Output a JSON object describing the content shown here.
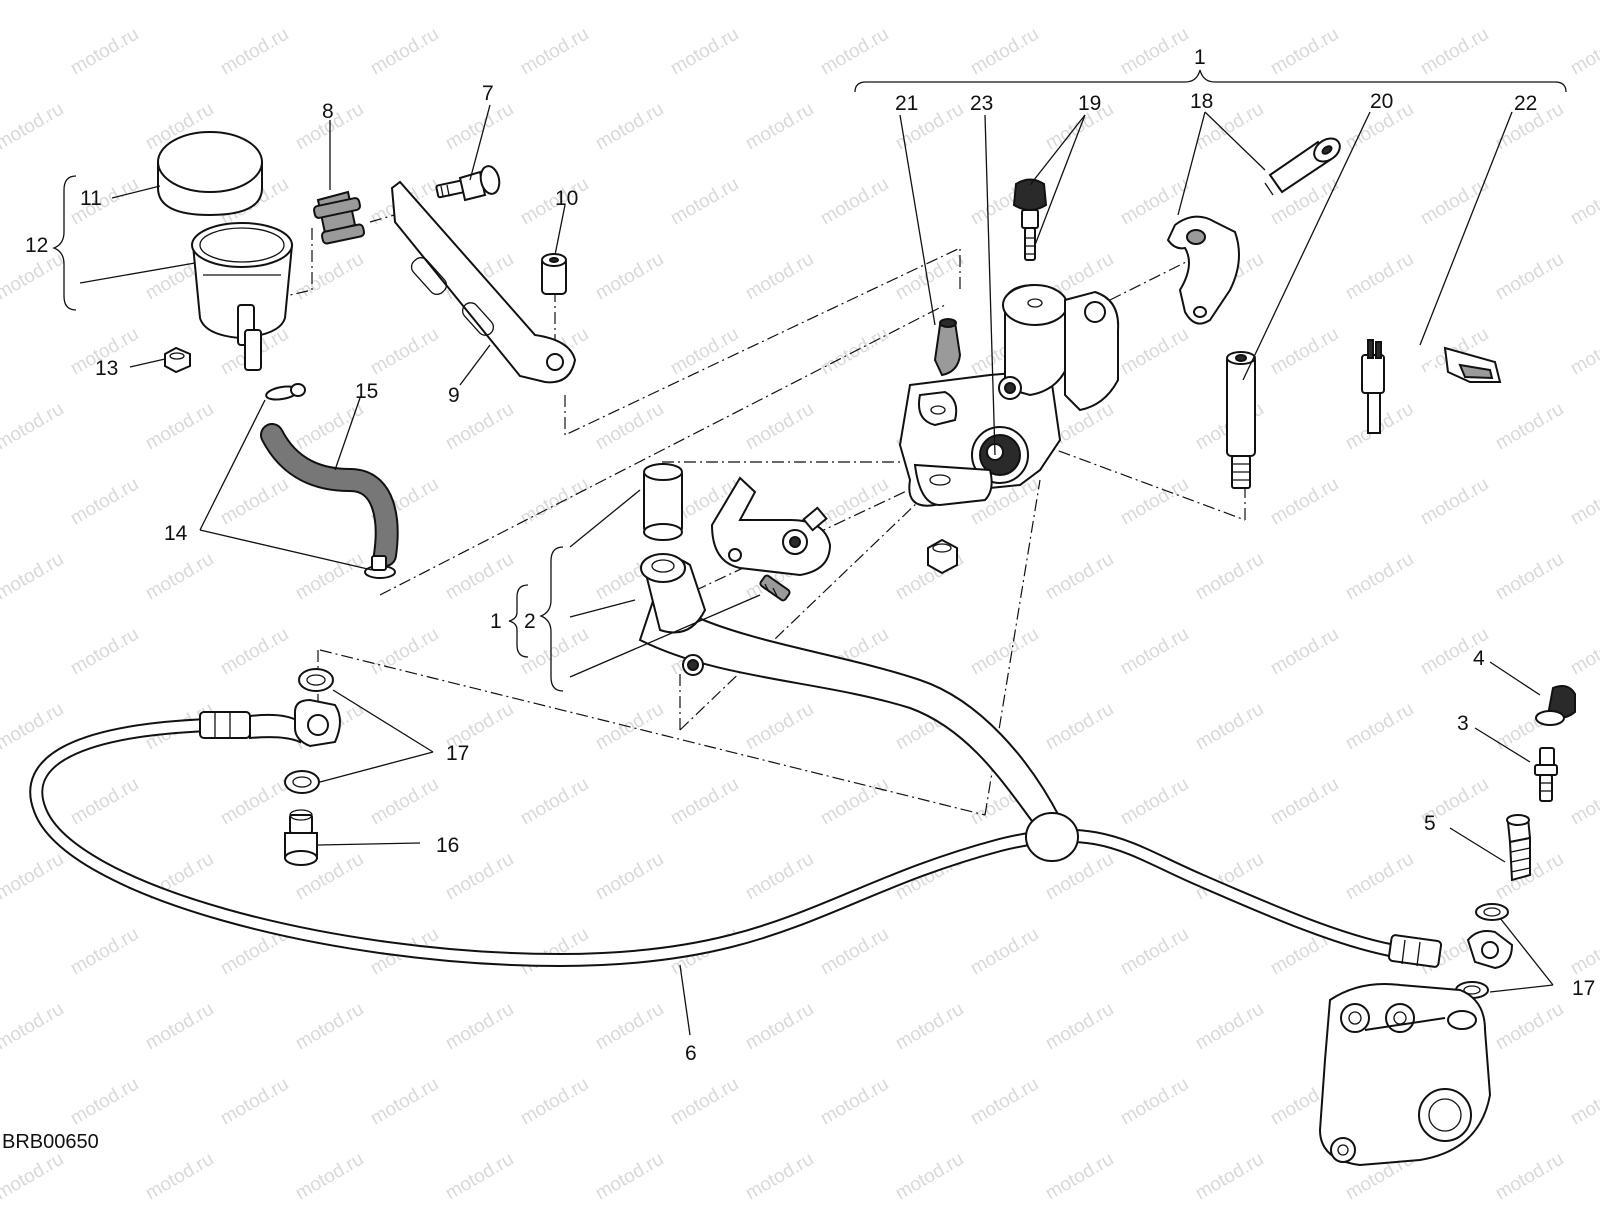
{
  "drawing_code": "BRB00650",
  "watermark_text": "motod.ru",
  "callouts": {
    "c1_top": "1",
    "c1_left": "1",
    "c2": "2",
    "c3": "3",
    "c4": "4",
    "c5": "5",
    "c6": "6",
    "c7": "7",
    "c8": "8",
    "c9": "9",
    "c10": "10",
    "c11": "11",
    "c12": "12",
    "c13": "13",
    "c14": "14",
    "c15": "15",
    "c16": "16",
    "c17_left": "17",
    "c17_right": "17",
    "c18": "18",
    "c19": "19",
    "c20": "20",
    "c21": "21",
    "c22": "22",
    "c23": "23"
  },
  "colors": {
    "line": "#111111",
    "rubber": "#9a9a9a",
    "cap_dark": "#2a2a2a",
    "watermark": "#d9d9d9"
  }
}
